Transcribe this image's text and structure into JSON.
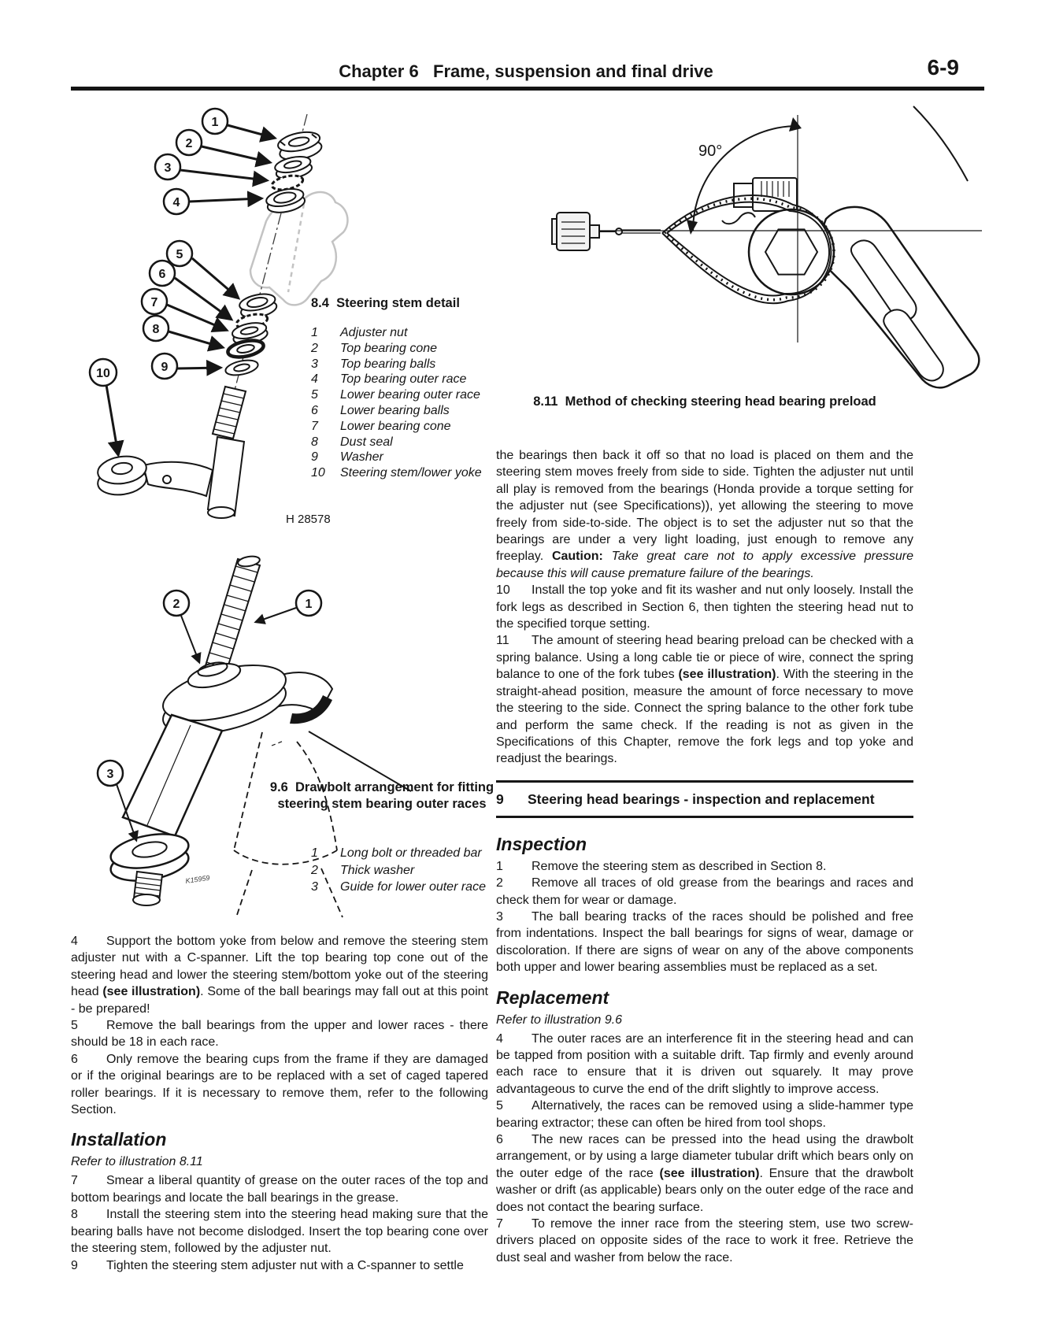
{
  "header": {
    "chapter_title": "Chapter 6   Frame, suspension and final drive",
    "page_number": "6-9"
  },
  "colors": {
    "ink": "#161616",
    "paper": "#ffffff",
    "ghost_line": "#c3c3c3"
  },
  "fig84": {
    "caption": "8.4  Steering stem detail",
    "code": "H 28578",
    "callouts": [
      "1",
      "2",
      "3",
      "4",
      "5",
      "6",
      "7",
      "8",
      "9",
      "10"
    ],
    "items": [
      {
        "num": "1",
        "label": "Adjuster nut"
      },
      {
        "num": "2",
        "label": "Top bearing cone"
      },
      {
        "num": "3",
        "label": "Top bearing balls"
      },
      {
        "num": "4",
        "label": "Top bearing outer race"
      },
      {
        "num": "5",
        "label": "Lower bearing outer race"
      },
      {
        "num": "6",
        "label": "Lower bearing balls"
      },
      {
        "num": "7",
        "label": "Lower bearing cone"
      },
      {
        "num": "8",
        "label": "Dust seal"
      },
      {
        "num": "9",
        "label": "Washer"
      },
      {
        "num": "10",
        "label": "Steering stem/lower yoke"
      }
    ]
  },
  "fig811": {
    "caption": "8.11  Method of checking steering head bearing preload",
    "angle_label": "90°"
  },
  "fig96": {
    "caption": "9.6  Drawbolt arrangement for fitting steering stem bearing outer races",
    "code": "K15959",
    "callouts": [
      "1",
      "2",
      "3"
    ],
    "items": [
      {
        "num": "1",
        "label": "Long bolt or threaded bar"
      },
      {
        "num": "2",
        "label": "Thick washer"
      },
      {
        "num": "3",
        "label": "Guide for lower outer race"
      }
    ]
  },
  "left": {
    "p4": [
      {
        "t": "4",
        "n": 1
      },
      {
        "t": "Support the bottom yoke from below and remove the steering stem adjuster nut with a C-spanner. Lift the top bearing top cone out of the steering head and lower the steering stem/bottom yoke out of the steering head "
      },
      {
        "t": "(see illustration)",
        "b": 1
      },
      {
        "t": ". Some of the ball bearings may fall out at this point - be prepared!"
      }
    ],
    "p5": [
      {
        "t": "5",
        "n": 1
      },
      {
        "t": "Remove the ball bearings from the upper and lower races - there should be 18 in each race."
      }
    ],
    "p6": [
      {
        "t": "6",
        "n": 1
      },
      {
        "t": "Only remove the bearing cups from the frame if they are damaged or if the original bearings are to be replaced with a set of caged tapered roller bearings. If it is necessary to remove them, refer to the following Section."
      }
    ],
    "installation_heading": "Installation",
    "refer811": "Refer to illustration 8.11",
    "p7": [
      {
        "t": "7",
        "n": 1
      },
      {
        "t": "Smear a liberal quantity of grease on the outer races of the top and bottom bearings and locate the ball bearings in the grease."
      }
    ],
    "p8": [
      {
        "t": "8",
        "n": 1
      },
      {
        "t": "Install the steering stem into the steering head making sure that the bearing balls have not become dislodged. Insert the top bearing cone over the steering stem, followed by the adjuster nut."
      }
    ],
    "p9": [
      {
        "t": "9",
        "n": 1
      },
      {
        "t": "Tighten the steering stem adjuster nut with a C-spanner to settle"
      }
    ]
  },
  "right": {
    "intro": [
      {
        "t": "the bearings then back it off so that no load is placed on them and the steering stem moves freely from side to side. Tighten the adjuster nut until all play is removed from the bearings (Honda provide a torque setting for the adjuster nut (see Specifications)), yet allowing the steering to move freely from side-to-side. The object is to set the adjuster nut so that the bearings are under a very light loading, just enough to remove any freeplay. "
      },
      {
        "t": "Caution: ",
        "b": 1
      },
      {
        "t": "Take great care not to apply excessive pressure because this will cause premature failure of the bearings.",
        "i": 1
      }
    ],
    "p10": [
      {
        "t": "10",
        "n": 1
      },
      {
        "t": "Install the top yoke and fit its washer and nut only loosely. Install the fork legs as described in Section 6, then tighten the steering head nut to the specified torque setting."
      }
    ],
    "p11": [
      {
        "t": "11",
        "n": 1
      },
      {
        "t": "The amount of steering head bearing preload can be checked with a spring balance. Using a long cable tie or piece of wire, connect the spring balance to one of the fork tubes "
      },
      {
        "t": "(see illustration)",
        "b": 1
      },
      {
        "t": ". With the steering in the straight-ahead position, measure the amount of force necessary to move the steering to the side. Connect the spring balance to the other fork tube and perform the same check. If the reading is not as given in the Specifications of this Chapter, remove the fork legs and top yoke and readjust the bearings."
      }
    ],
    "section9_num": "9",
    "section9_title": "Steering head bearings - inspection and replacement",
    "inspection_heading": "Inspection",
    "i1": [
      {
        "t": "1",
        "n": 1
      },
      {
        "t": "Remove the steering stem as described in Section 8."
      }
    ],
    "i2": [
      {
        "t": "2",
        "n": 1
      },
      {
        "t": "Remove all traces of old grease from the bearings and races and check them for wear or damage."
      }
    ],
    "i3": [
      {
        "t": "3",
        "n": 1
      },
      {
        "t": "The ball bearing tracks of the races should be polished and free from indentations. Inspect the ball bearings for signs of wear, damage or discoloration. If there are signs of wear on any of the above components both upper and lower bearing assemblies must be replaced as a set."
      }
    ],
    "replacement_heading": "Replacement",
    "refer96": "Refer to illustration 9.6",
    "r4": [
      {
        "t": "4",
        "n": 1
      },
      {
        "t": "The outer races are an interference fit in the steering head and can be tapped from position with a suitable drift. Tap firmly and evenly around each race to ensure that it is driven out squarely. It may prove advantageous to curve the end of the drift slightly to improve access."
      }
    ],
    "r5": [
      {
        "t": "5",
        "n": 1
      },
      {
        "t": "Alternatively, the races can be removed using a slide-hammer type bearing extractor; these can often be hired from tool shops."
      }
    ],
    "r6": [
      {
        "t": "6",
        "n": 1
      },
      {
        "t": "The new races can be pressed into the head using the drawbolt arrangement, or by using a large diameter tubular drift which bears only on the outer edge of the race "
      },
      {
        "t": "(see illustration)",
        "b": 1
      },
      {
        "t": ". Ensure that the drawbolt washer or drift (as applicable) bears only on the outer edge of the race and does not contact the bearing surface."
      }
    ],
    "r7": [
      {
        "t": "7",
        "n": 1
      },
      {
        "t": "To remove the inner race from the steering stem, use two screw-drivers placed on opposite sides of the race to work it free. Retrieve the dust seal and washer from below the race."
      }
    ]
  }
}
